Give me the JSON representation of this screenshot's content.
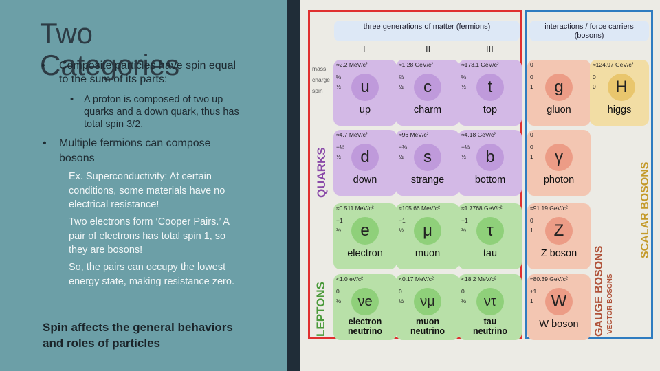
{
  "slide": {
    "title_line1": "Two",
    "title_line2": "Categories",
    "bullet_dot": "•",
    "bullet1": "Composite particles have spin equal to the sum of its parts:",
    "sub_bullet1": "A proton is composed of two up quarks and a down quark, thus has total spin 3/2.",
    "bullet2": "Multiple fermions can compose bosons",
    "para1": "Ex. Superconductivity: At certain conditions, some materials have no electrical resistance!",
    "para2": "Two electrons form ‘Cooper Pairs.’ A pair of electrons has total spin 1, so they are bosons!",
    "para3": "So, the pairs can occupy the lowest energy state, making resistance zero.",
    "footer": "Spin affects the general behaviors and roles of particles"
  },
  "chart": {
    "fermions_header": "three generations of matter (fermions)",
    "bosons_header": "interactions / force carriers (bosons)",
    "generations": [
      "I",
      "II",
      "III"
    ],
    "row_labels": [
      "mass",
      "charge",
      "spin"
    ],
    "label_quarks": "QUARKS",
    "label_leptons": "LEPTONS",
    "label_gauge": "GAUGE BOSONS",
    "label_vector": "VECTOR BOSONS",
    "label_scalar": "SCALAR BOSONS",
    "particles": {
      "up": {
        "mass": "≈2.2 MeV/c²",
        "charge": "⅔",
        "spin": "½",
        "symbol": "u",
        "name": "up"
      },
      "charm": {
        "mass": "≈1.28 GeV/c²",
        "charge": "⅔",
        "spin": "½",
        "symbol": "c",
        "name": "charm"
      },
      "top": {
        "mass": "≈173.1 GeV/c²",
        "charge": "⅔",
        "spin": "½",
        "symbol": "t",
        "name": "top"
      },
      "gluon": {
        "mass": "0",
        "charge": "0",
        "spin": "1",
        "symbol": "g",
        "name": "gluon"
      },
      "higgs": {
        "mass": "≈124.97 GeV/c²",
        "charge": "0",
        "spin": "0",
        "symbol": "H",
        "name": "higgs"
      },
      "down": {
        "mass": "≈4.7 MeV/c²",
        "charge": "−⅓",
        "spin": "½",
        "symbol": "d",
        "name": "down"
      },
      "strange": {
        "mass": "≈96 MeV/c²",
        "charge": "−⅓",
        "spin": "½",
        "symbol": "s",
        "name": "strange"
      },
      "bottom": {
        "mass": "≈4.18 GeV/c²",
        "charge": "−⅓",
        "spin": "½",
        "symbol": "b",
        "name": "bottom"
      },
      "photon": {
        "mass": "0",
        "charge": "0",
        "spin": "1",
        "symbol": "γ",
        "name": "photon"
      },
      "electron": {
        "mass": "≈0.511 MeV/c²",
        "charge": "−1",
        "spin": "½",
        "symbol": "e",
        "name": "electron"
      },
      "muon": {
        "mass": "≈105.66 MeV/c²",
        "charge": "−1",
        "spin": "½",
        "symbol": "μ",
        "name": "muon"
      },
      "tau": {
        "mass": "≈1.7768 GeV/c²",
        "charge": "−1",
        "spin": "½",
        "symbol": "τ",
        "name": "tau"
      },
      "zboson": {
        "mass": "≈91.19 GeV/c²",
        "charge": "0",
        "spin": "1",
        "symbol": "Z",
        "name": "Z boson"
      },
      "nue": {
        "mass": "<1.0 eV/c²",
        "charge": "0",
        "spin": "½",
        "symbol": "νe",
        "name1": "electron",
        "name2": "neutrino"
      },
      "numu": {
        "mass": "<0.17 MeV/c²",
        "charge": "0",
        "spin": "½",
        "symbol": "νμ",
        "name1": "muon",
        "name2": "neutrino"
      },
      "nutau": {
        "mass": "<18.2 MeV/c²",
        "charge": "0",
        "spin": "½",
        "symbol": "ντ",
        "name1": "tau",
        "name2": "neutrino"
      },
      "wboson": {
        "mass": "≈80.39 GeV/c²",
        "charge": "±1",
        "spin": "1",
        "symbol": "W",
        "name": "W boson"
      }
    }
  }
}
